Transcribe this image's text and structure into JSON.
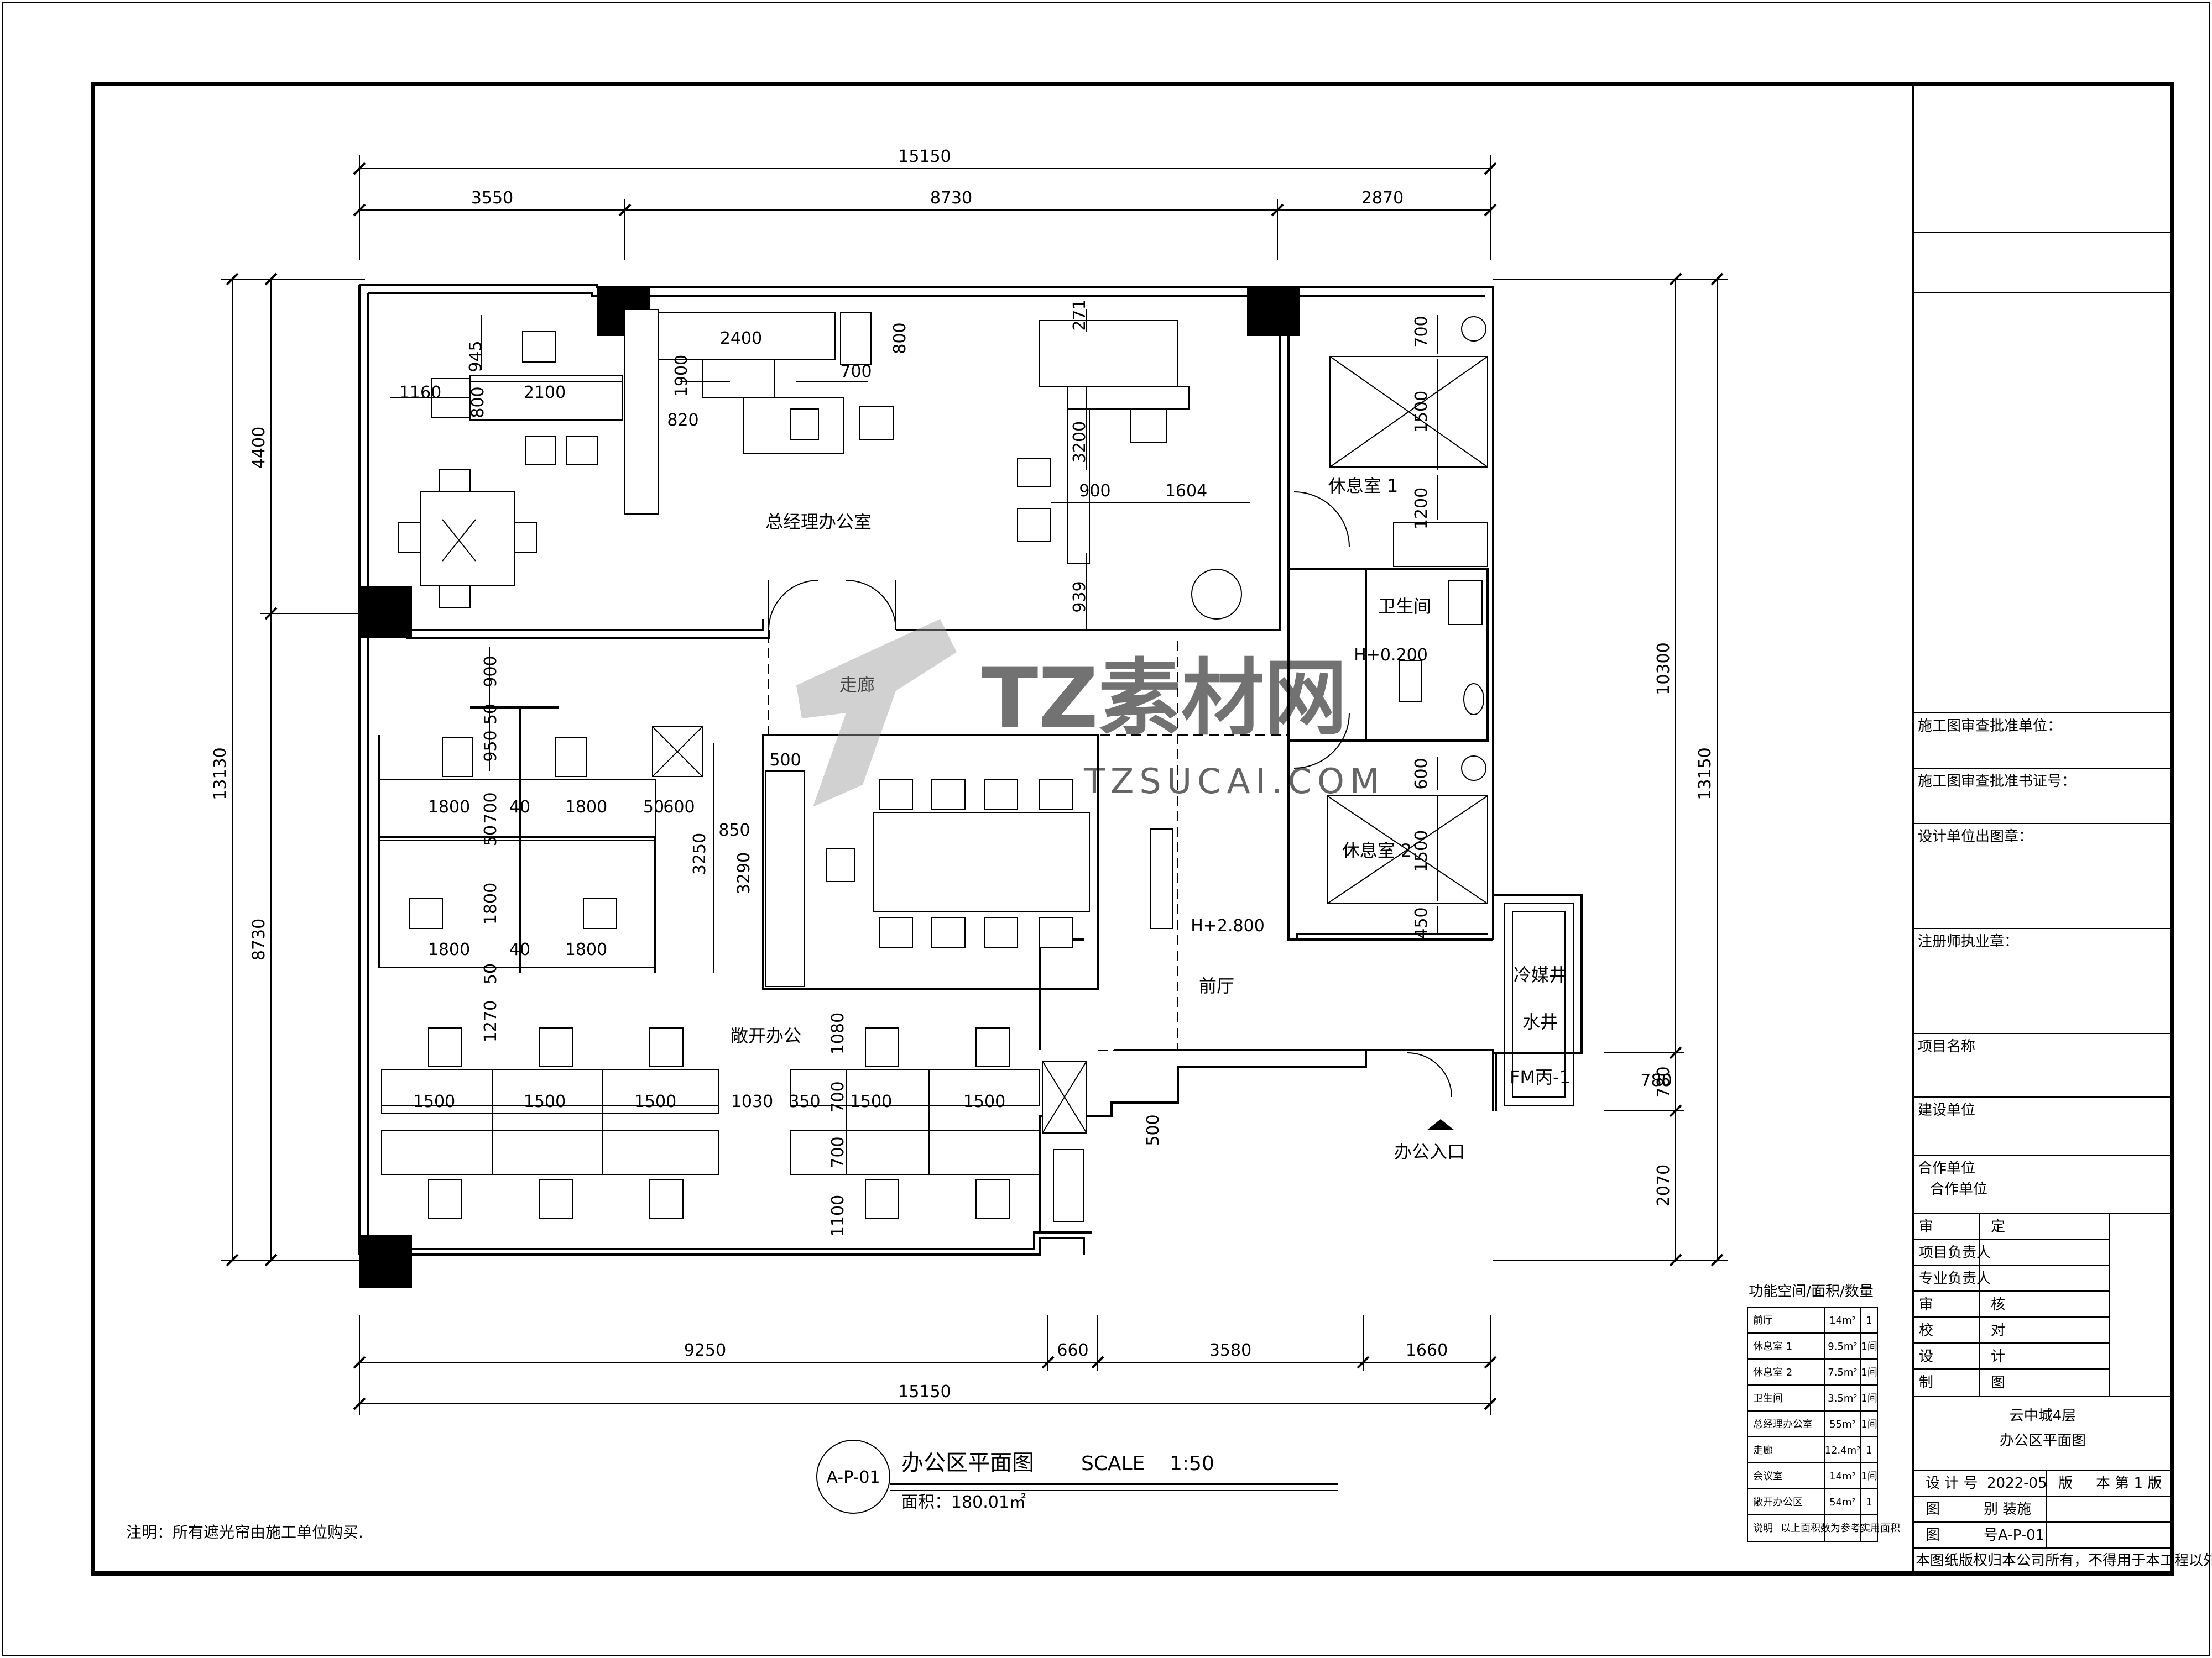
{
  "drawing": {
    "top_dimensions": {
      "overall": "15150",
      "segments": [
        "3550",
        "8730",
        "2870"
      ]
    },
    "bottom_dimensions": {
      "overall": "15150",
      "segments": [
        "9250",
        "660",
        "3580",
        "1660"
      ]
    },
    "left_dimensions": {
      "overall": "13130",
      "segments": [
        "4400",
        "8730"
      ]
    },
    "right_dimensions": {
      "overall": "13150",
      "segments": [
        "10300",
        "780",
        "2070"
      ]
    },
    "rooms": {
      "gm_office": "总经理办公室",
      "rest_room_1": "休息室 1",
      "rest_room_2": "休息室 2",
      "washroom": "卫生间",
      "corridor": "走廊",
      "open_office": "敞开办公",
      "lobby": "前厅",
      "shaft": "冷媒井",
      "water_well": "水井",
      "door_tag": "FM丙-1",
      "entrance": "办公入口"
    },
    "levels": {
      "washroom_level": "H+0.200",
      "lobby_level": "H+2.800"
    },
    "interior_dimensions": [
      "945",
      "2100",
      "1160",
      "800",
      "2400",
      "1900",
      "800",
      "700",
      "820",
      "271",
      "3200",
      "900",
      "1604",
      "939",
      "700",
      "1500",
      "1200",
      "600",
      "1500",
      "450",
      "900",
      "50",
      "950",
      "1800",
      "700",
      "40",
      "1800",
      "50",
      "600",
      "50",
      "1800",
      "1800",
      "40",
      "1800",
      "50",
      "1270",
      "3250",
      "850",
      "3290",
      "500",
      "1500",
      "1500",
      "1500",
      "1030",
      "350",
      "1500",
      "1500",
      "1080",
      "700",
      "700",
      "1100",
      "500",
      "780"
    ],
    "title": {
      "code": "A-P-01",
      "name": "办公区平面图",
      "scale_label": "SCALE",
      "scale_value": "1:50",
      "area": "面积：180.01㎡"
    },
    "note": "注明：所有遮光帘由施工单位购买."
  },
  "area_table": {
    "title": "功能空间/面积/数量",
    "rows": [
      [
        "前厅",
        "14m²",
        "1"
      ],
      [
        "休息室 1",
        "9.5m²",
        "1间"
      ],
      [
        "休息室 2",
        "7.5m²",
        "1间"
      ],
      [
        "卫生间",
        "3.5m²",
        "1间"
      ],
      [
        "总经理办公室",
        "55m²",
        "1间"
      ],
      [
        "走廊",
        "12.4m²",
        "1"
      ],
      [
        "会议室",
        "14m²",
        "1间"
      ],
      [
        "敞开办公区",
        "54m²",
        "1"
      ],
      [
        "说明",
        "以上面积数为参考实用面积",
        ""
      ]
    ]
  },
  "title_block": {
    "approval_unit": "施工图审查批准单位：",
    "approval_cert": "施工图审查批准书证号：",
    "design_stamp": "设计单位出图章：",
    "engineer_seal": "注册师执业章：",
    "project_name": "项目名称",
    "client": "建设单位",
    "partner": "合作单位",
    "partner2": "合作单位",
    "roles": [
      [
        "审",
        "定"
      ],
      [
        "项目负责人",
        ""
      ],
      [
        "专业负责人",
        ""
      ],
      [
        "审",
        "核"
      ],
      [
        "校",
        "对"
      ],
      [
        "设",
        "计"
      ],
      [
        "制",
        "图"
      ]
    ],
    "project_line1": "云中城4层",
    "project_line2": "办公区平面图",
    "design_no_label": "设 计 号",
    "design_no": "2022-05",
    "version_label": "版",
    "version_value": "本 第 1 版",
    "category_label": "图",
    "category_value": "别 装施",
    "sheet_label": "图",
    "sheet_value": "号A-P-01",
    "copyright": "本图纸版权归本公司所有，不得用于本工程以外范围。"
  },
  "watermark": {
    "main": "TZ素材网",
    "sub": "TZSUCAI.COM"
  }
}
